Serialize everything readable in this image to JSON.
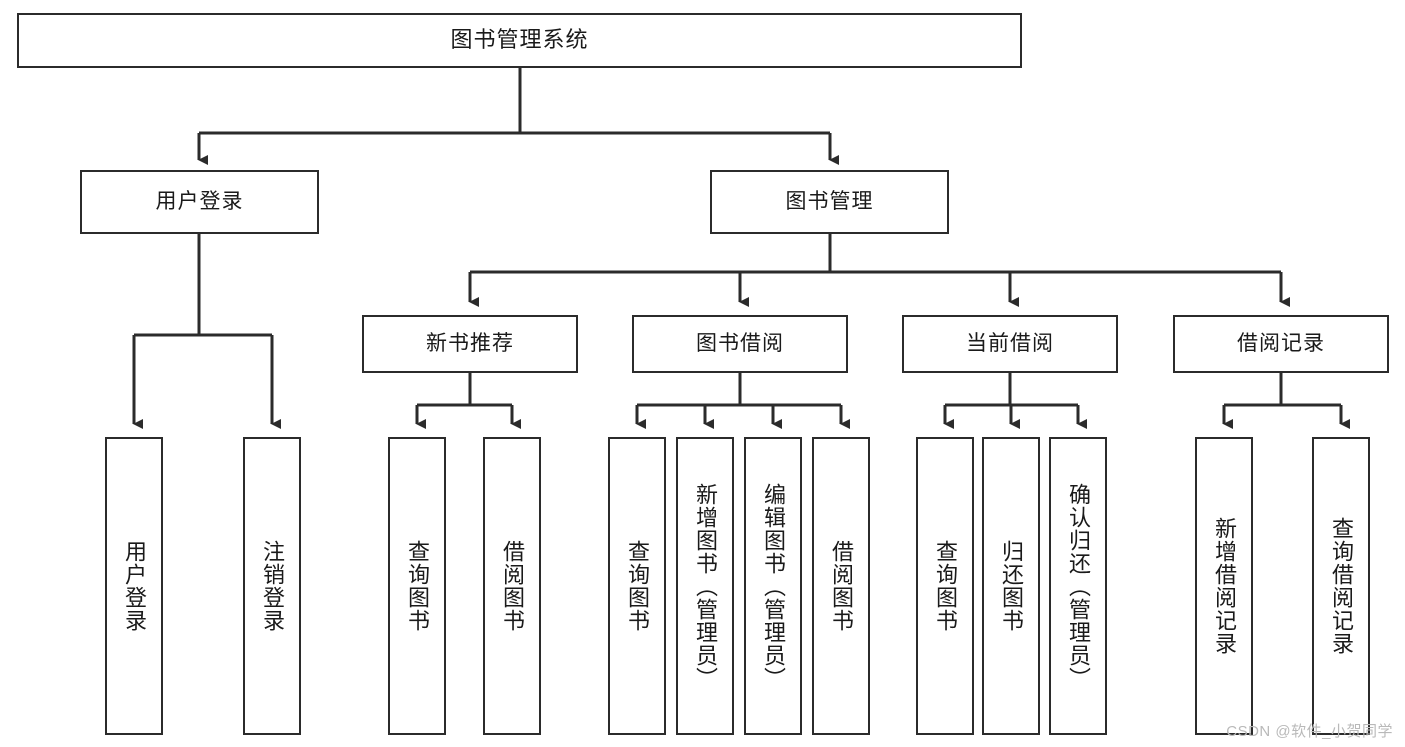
{
  "diagram": {
    "type": "tree-structure-chart",
    "title": "图书管理系统",
    "watermark": "CSDN @软件_小贺同学",
    "colors": {
      "stroke": "#2b2b2b",
      "fill": "#ffffff",
      "text": "#1a1a1a",
      "watermark": "#b9b9b9"
    },
    "nodes": {
      "root": "图书管理系统",
      "level2": [
        "用户登录",
        "图书管理"
      ],
      "level3": [
        "新书推荐",
        "图书借阅",
        "当前借阅",
        "借阅记录"
      ],
      "leaves_user_login": [
        "用户登录",
        "注销登录"
      ],
      "leaves_new_book": [
        "查询图书",
        "借阅图书"
      ],
      "leaves_borrow": [
        "查询图书",
        "新增图书（管理员）",
        "编辑图书（管理员）",
        "借阅图书"
      ],
      "leaves_current": [
        "查询图书",
        "归还图书",
        "确认归还（管理员）"
      ],
      "leaves_records": [
        "新增借阅记录",
        "查询借阅记录"
      ]
    }
  }
}
